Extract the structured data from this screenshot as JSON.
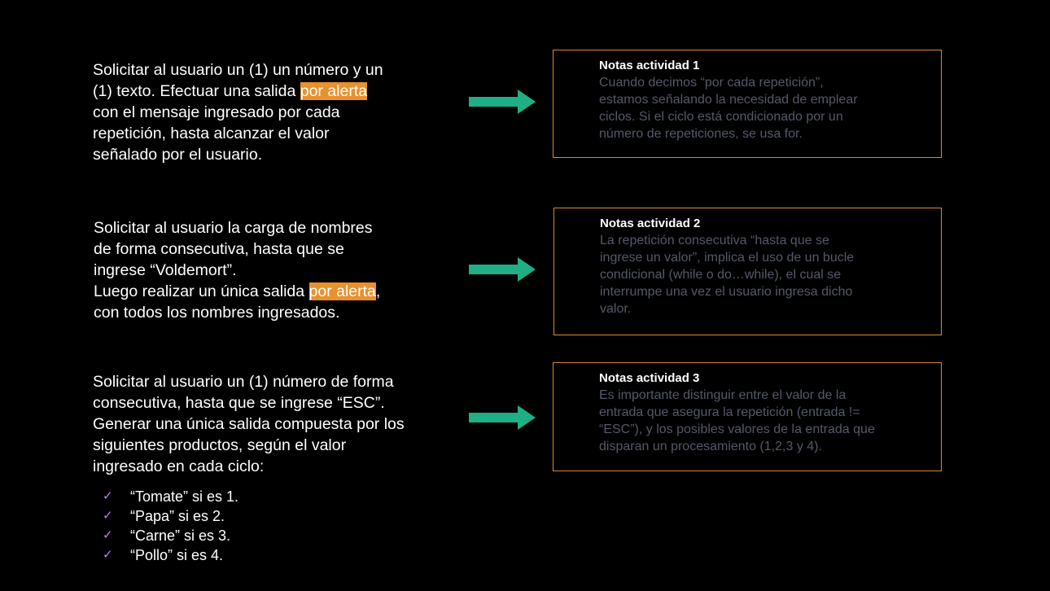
{
  "activities": [
    {
      "line1": "Solicitar al usuario un (1) un número y un",
      "line2_before": "(1) texto. Efectuar una salida ",
      "highlight": "por alerta",
      "line3": "con el mensaje ingresado por cada",
      "line4": "repetición, hasta alcanzar el valor",
      "line5": "señalado por el usuario."
    },
    {
      "line1": "Solicitar al usuario la carga de nombres",
      "line2": "de forma consecutiva,  hasta que se",
      "line3": "ingrese “Voldemort”.",
      "line4_before": "Luego realizar un única salida ",
      "highlight": "por alerta",
      "line4_after": ",",
      "line5": "con todos los nombres ingresados."
    },
    {
      "line1": "Solicitar al usuario un (1) número de forma",
      "line2": "consecutiva, hasta que se ingrese “ESC”.",
      "line3": "Generar una única salida compuesta por los",
      "line4": "siguientes productos, según el valor",
      "line5": "ingresado en cada ciclo:",
      "items": [
        "“Tomate” si es 1.",
        "“Papa” si es 2.",
        "“Carne” si es 3.",
        "“Pollo” si es 4."
      ]
    }
  ],
  "notes": [
    {
      "title": "Notas actividad 1",
      "lines": [
        "Cuando decimos “por cada repetición”,",
        "estamos señalando la necesidad de emplear",
        "ciclos. Si el ciclo está condicionado por un",
        "número de repeticiones, se usa for."
      ]
    },
    {
      "title": "Notas actividad 2",
      "lines": [
        "La repetición consecutiva “hasta que se",
        "ingrese un valor”, implica el uso de un bucle",
        "condicional (while o do…while), el cual se",
        "interrumpe una vez el usuario ingresa dicho",
        "valor."
      ]
    },
    {
      "title": "Notas actividad  3",
      "lines": [
        "Es importante distinguir entre el valor de la",
        "entrada que asegura la repetición (entrada !=",
        "“ESC”), y los posibles valores de la entrada que",
        "disparan un procesamiento (1,2,3 y 4)."
      ]
    }
  ],
  "colors": {
    "background": "#000000",
    "highlight": "#e8912d",
    "arrow": "#1fae85",
    "note_border": "#d9892b",
    "note_text": "#54596a",
    "check": "#c77dff"
  },
  "icons": {
    "arrow": "arrow-right-icon",
    "check": "check-icon",
    "check_glyph": "✓"
  }
}
